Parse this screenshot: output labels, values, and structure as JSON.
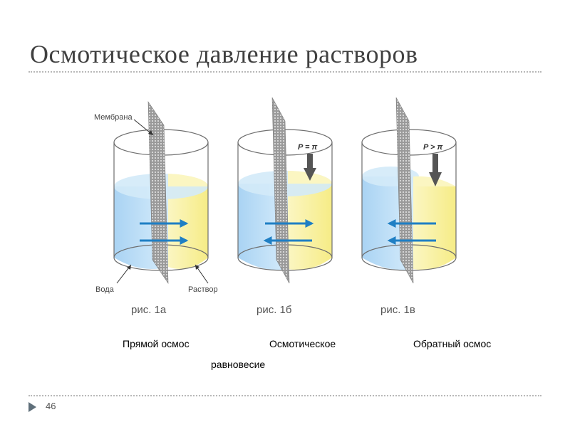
{
  "title": "Осмотическое давление растворов",
  "labels": {
    "membrane": "Мембрана",
    "water": "Вода",
    "solution": "Раствор"
  },
  "figures": [
    {
      "id": "1a",
      "label": "рис. 1а",
      "pressure_label": ""
    },
    {
      "id": "1b",
      "label": "рис. 1б",
      "pressure_label": "P = π"
    },
    {
      "id": "1c",
      "label": "рис. 1в",
      "pressure_label": "P > π"
    }
  ],
  "captions": {
    "direct": "Прямой осмос",
    "equilibrium_line1": "Осмотическое",
    "equilibrium_line2": "равновесие",
    "reverse": "Обратный осмос"
  },
  "page_number": "46",
  "colors": {
    "water": "#b9dcf6",
    "solution": "#fbf3a6",
    "arrow": "#1f7fc4",
    "membrane": "#8a8a8a",
    "title": "#404040"
  }
}
